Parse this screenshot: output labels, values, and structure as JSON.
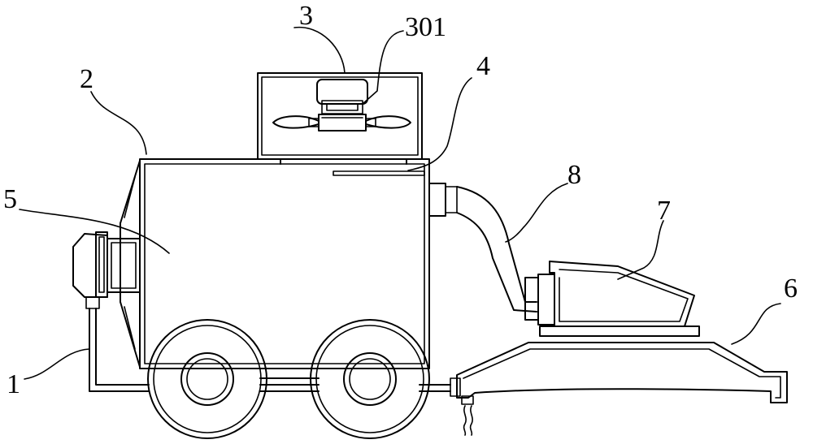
{
  "labels": {
    "l1": "1",
    "l2": "2",
    "l3": "3",
    "l301": "301",
    "l4": "4",
    "l5": "5",
    "l6": "6",
    "l7": "7",
    "l8": "8"
  },
  "colors": {
    "stroke": "#000000",
    "background": "#ffffff"
  }
}
